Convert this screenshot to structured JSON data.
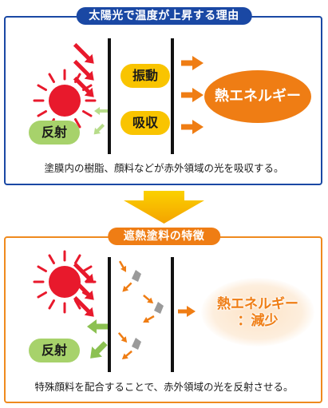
{
  "top": {
    "title": "太陽光で温度が上昇する理由",
    "labels": {
      "shindo": "振動",
      "kyushu": "吸収",
      "hansha": "反射",
      "heat": "熱エネルギー"
    },
    "caption": "塗膜内の樹脂、顔料などが赤外領域の光を吸収する。"
  },
  "bottom": {
    "title": "遮熱塗料の特徴",
    "labels": {
      "hansha": "反射",
      "heat_line1": "熱エネルギー",
      "heat_line2": "：減少"
    },
    "caption": "特殊顔料を配合することで、赤外領域の光を反射させる。"
  },
  "colors": {
    "blue": "#1a48a4",
    "orange": "#ef7d14",
    "red": "#e8192c",
    "yellow": "#f9c400",
    "green": "#a7d26b",
    "gray": "#8c8c8c"
  },
  "icons": [
    "sun-icon",
    "sunlight-arrow-icon",
    "heat-arrow-icon",
    "reflect-arrow-icon",
    "down-arrow-icon",
    "pigment-particle-icon"
  ]
}
